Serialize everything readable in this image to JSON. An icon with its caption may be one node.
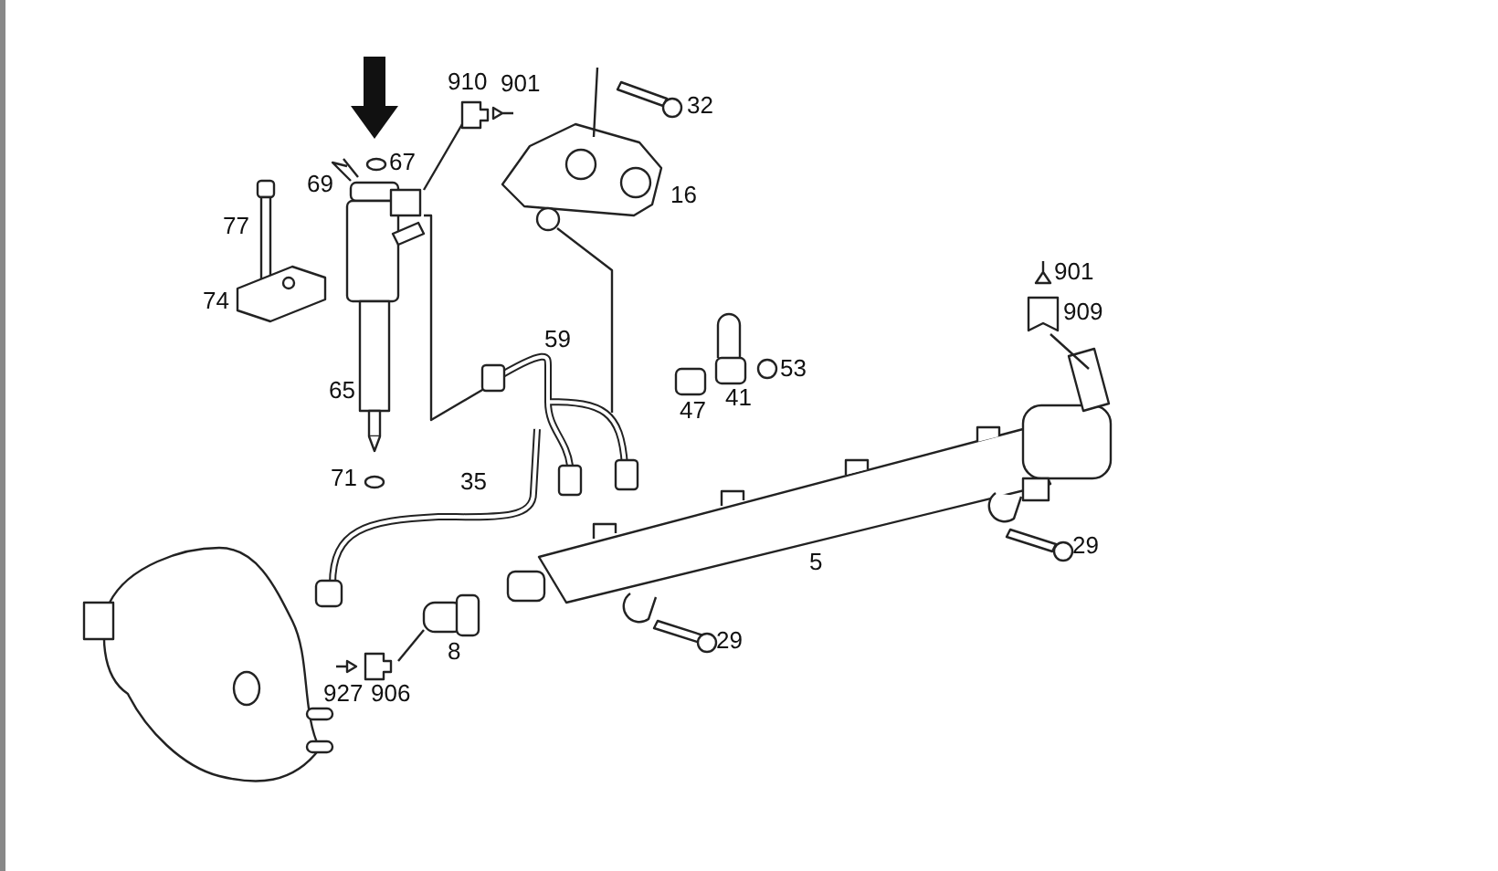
{
  "diagram": {
    "labels": [
      "910",
      "901",
      "32",
      "67",
      "69",
      "77",
      "16",
      "74",
      "59",
      "65",
      "53",
      "41",
      "47",
      "901",
      "909",
      "71",
      "35",
      "5",
      "29",
      "29",
      "8",
      "927",
      "906"
    ]
  }
}
